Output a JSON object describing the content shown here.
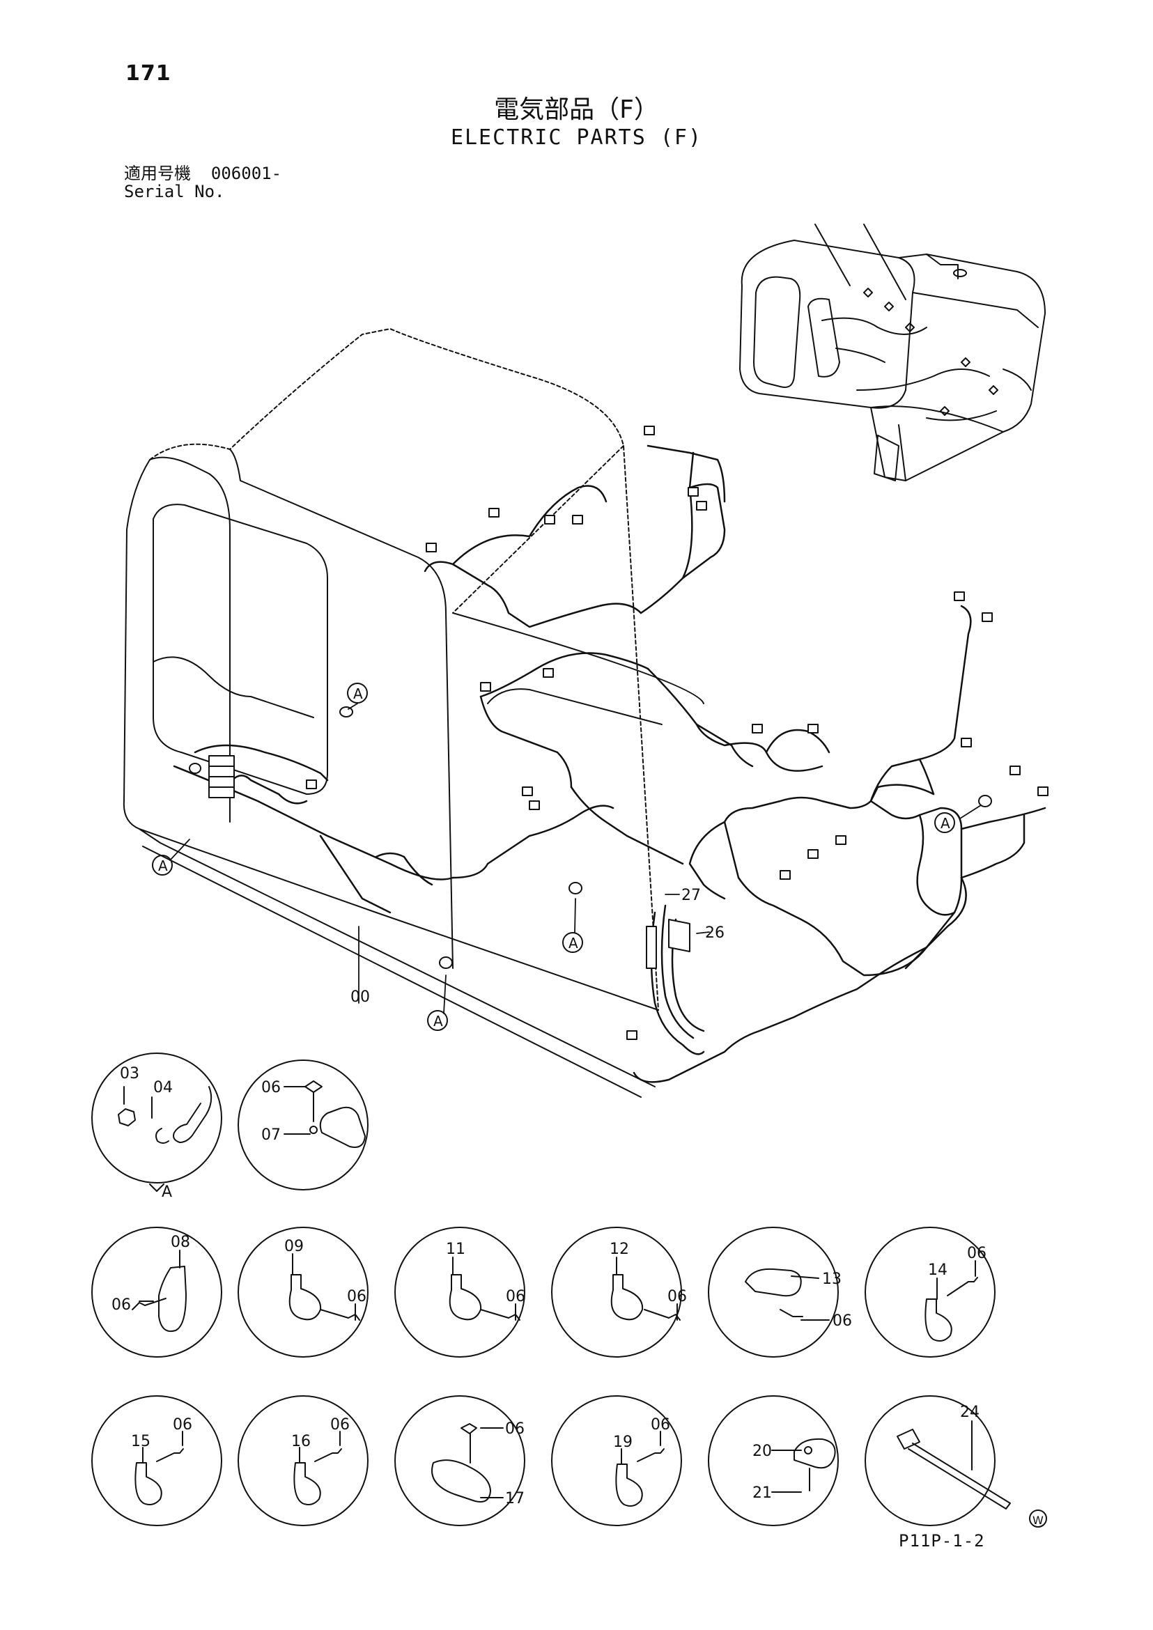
{
  "header": {
    "page_number": "171",
    "title_jp": "電気部品（F）",
    "title_en": "ELECTRIC PARTS (F)",
    "serial_label_jp": "適用号機",
    "serial_value": "006001-",
    "serial_label_en": "Serial No."
  },
  "callouts": {
    "c00": "00",
    "c26": "26",
    "c27": "27",
    "ref_a": "A",
    "d1_03": "03",
    "d1_04": "04",
    "d1_label": "A",
    "d2_06": "06",
    "d2_07": "07",
    "d3_06": "06",
    "d3_08": "08",
    "d4_09": "09",
    "d4_06": "06",
    "d5_11": "11",
    "d5_06": "06",
    "d6_12": "12",
    "d6_06": "06",
    "d7_13": "13",
    "d7_06": "06",
    "d8_14": "14",
    "d8_06": "06",
    "d9_15": "15",
    "d9_06": "06",
    "d10_16": "16",
    "d10_06": "06",
    "d11_06": "06",
    "d11_17": "17",
    "d12_19": "19",
    "d12_06": "06",
    "d13_20": "20",
    "d13_21": "21",
    "d14_24": "24",
    "w_mark": "W"
  },
  "footer": {
    "code": "P11P-1-2"
  }
}
